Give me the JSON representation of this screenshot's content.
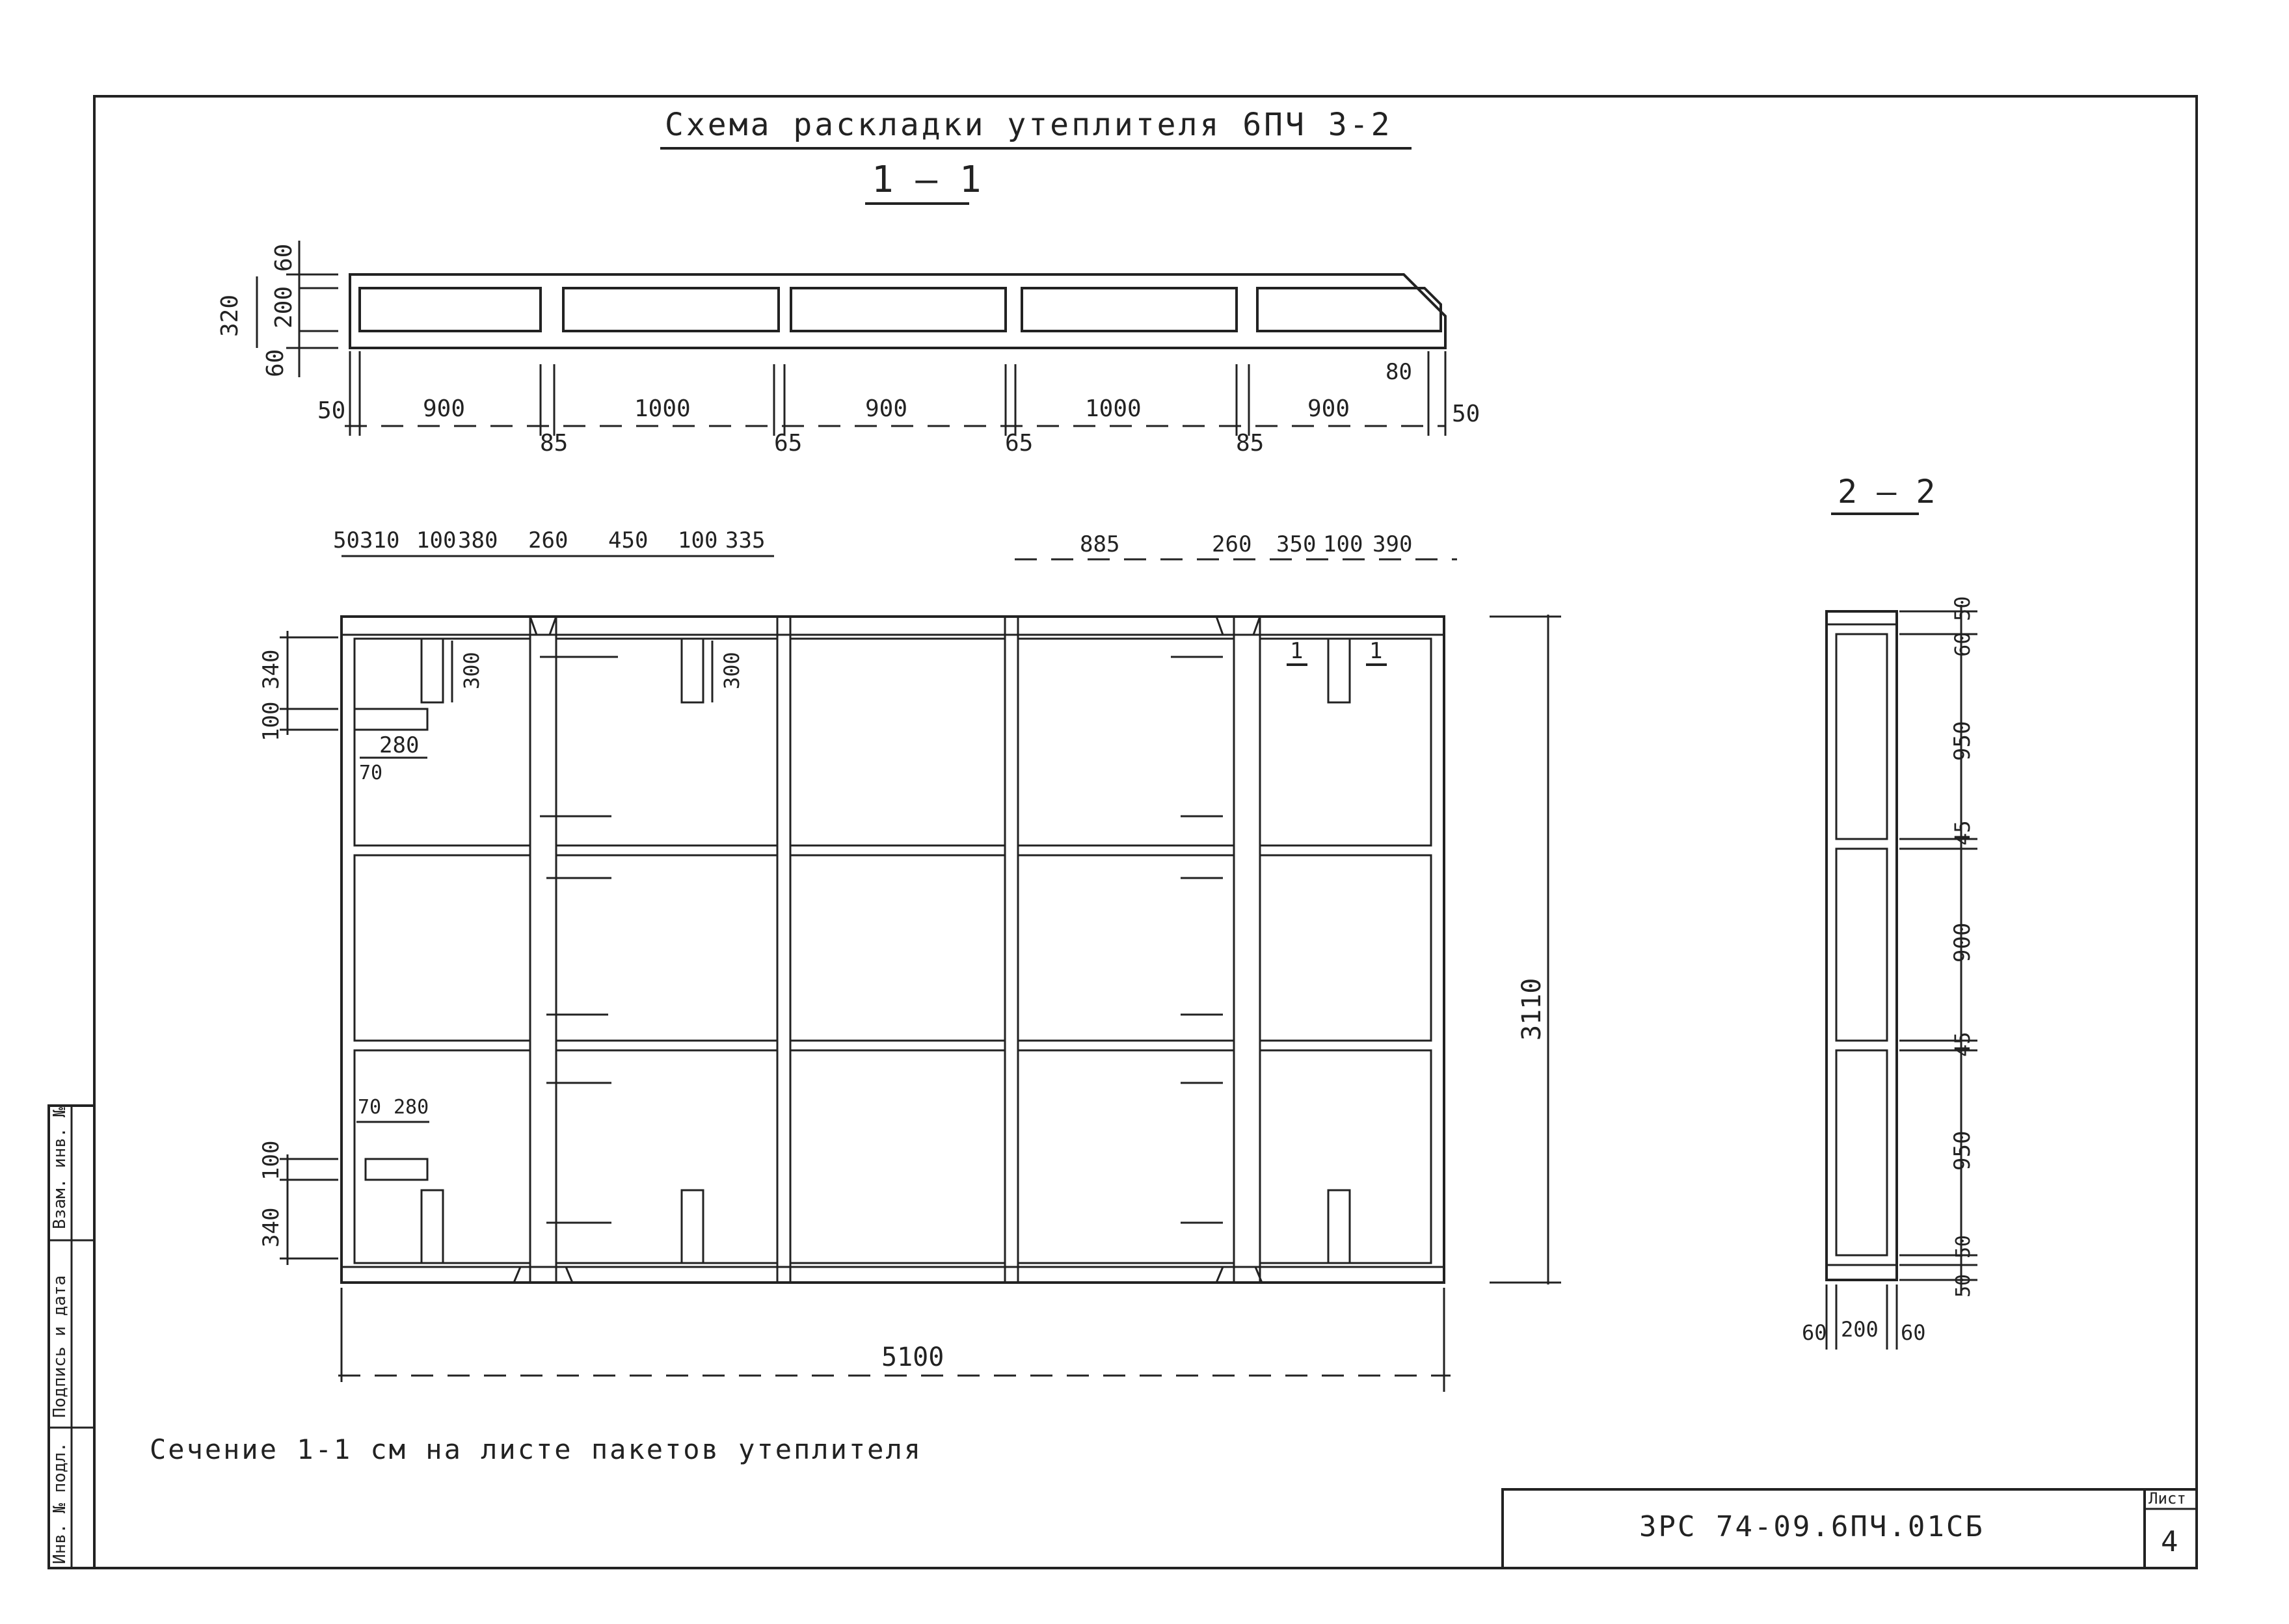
{
  "title": "Схема раскладки утеплителя 6ПЧ 3-2",
  "section_11_label": "1 – 1",
  "section_22_label": "2 – 2",
  "section11": {
    "left_dims": [
      "320",
      "60",
      "200",
      "60"
    ],
    "spans": [
      "900",
      "1000",
      "900",
      "1000",
      "900"
    ],
    "gaps": [
      "85",
      "65",
      "65",
      "85"
    ],
    "edge_left": "50",
    "edge_right": "50",
    "corner": "80"
  },
  "plan": {
    "top_dims_left": [
      "50",
      "310",
      "100",
      "380",
      "260",
      "450",
      "100",
      "335"
    ],
    "top_dims_right": [
      "885",
      "260",
      "350",
      "100",
      "390"
    ],
    "left_dims_top": [
      "340",
      "100"
    ],
    "left_dims_bottom": [
      "100",
      "340"
    ],
    "insert_width": "280",
    "insert_offset": "70",
    "slot_height": "300",
    "section_mark": "1",
    "height": "3110",
    "width": "5100"
  },
  "section22": {
    "right_dims": [
      "50",
      "60",
      "950",
      "45",
      "900",
      "45",
      "950",
      "50",
      "50"
    ],
    "bottom_dims": [
      "60",
      "200",
      "60"
    ]
  },
  "note": "Сечение 1-1 см на листе пакетов утеплителя",
  "stamp": {
    "code": "3РС 74-09.6ПЧ.01СБ",
    "sheet_label": "Лист",
    "sheet_number": "4",
    "side_labels": [
      "Инв. № подл.",
      "Подпись и дата",
      "Взам. инв. №"
    ]
  }
}
